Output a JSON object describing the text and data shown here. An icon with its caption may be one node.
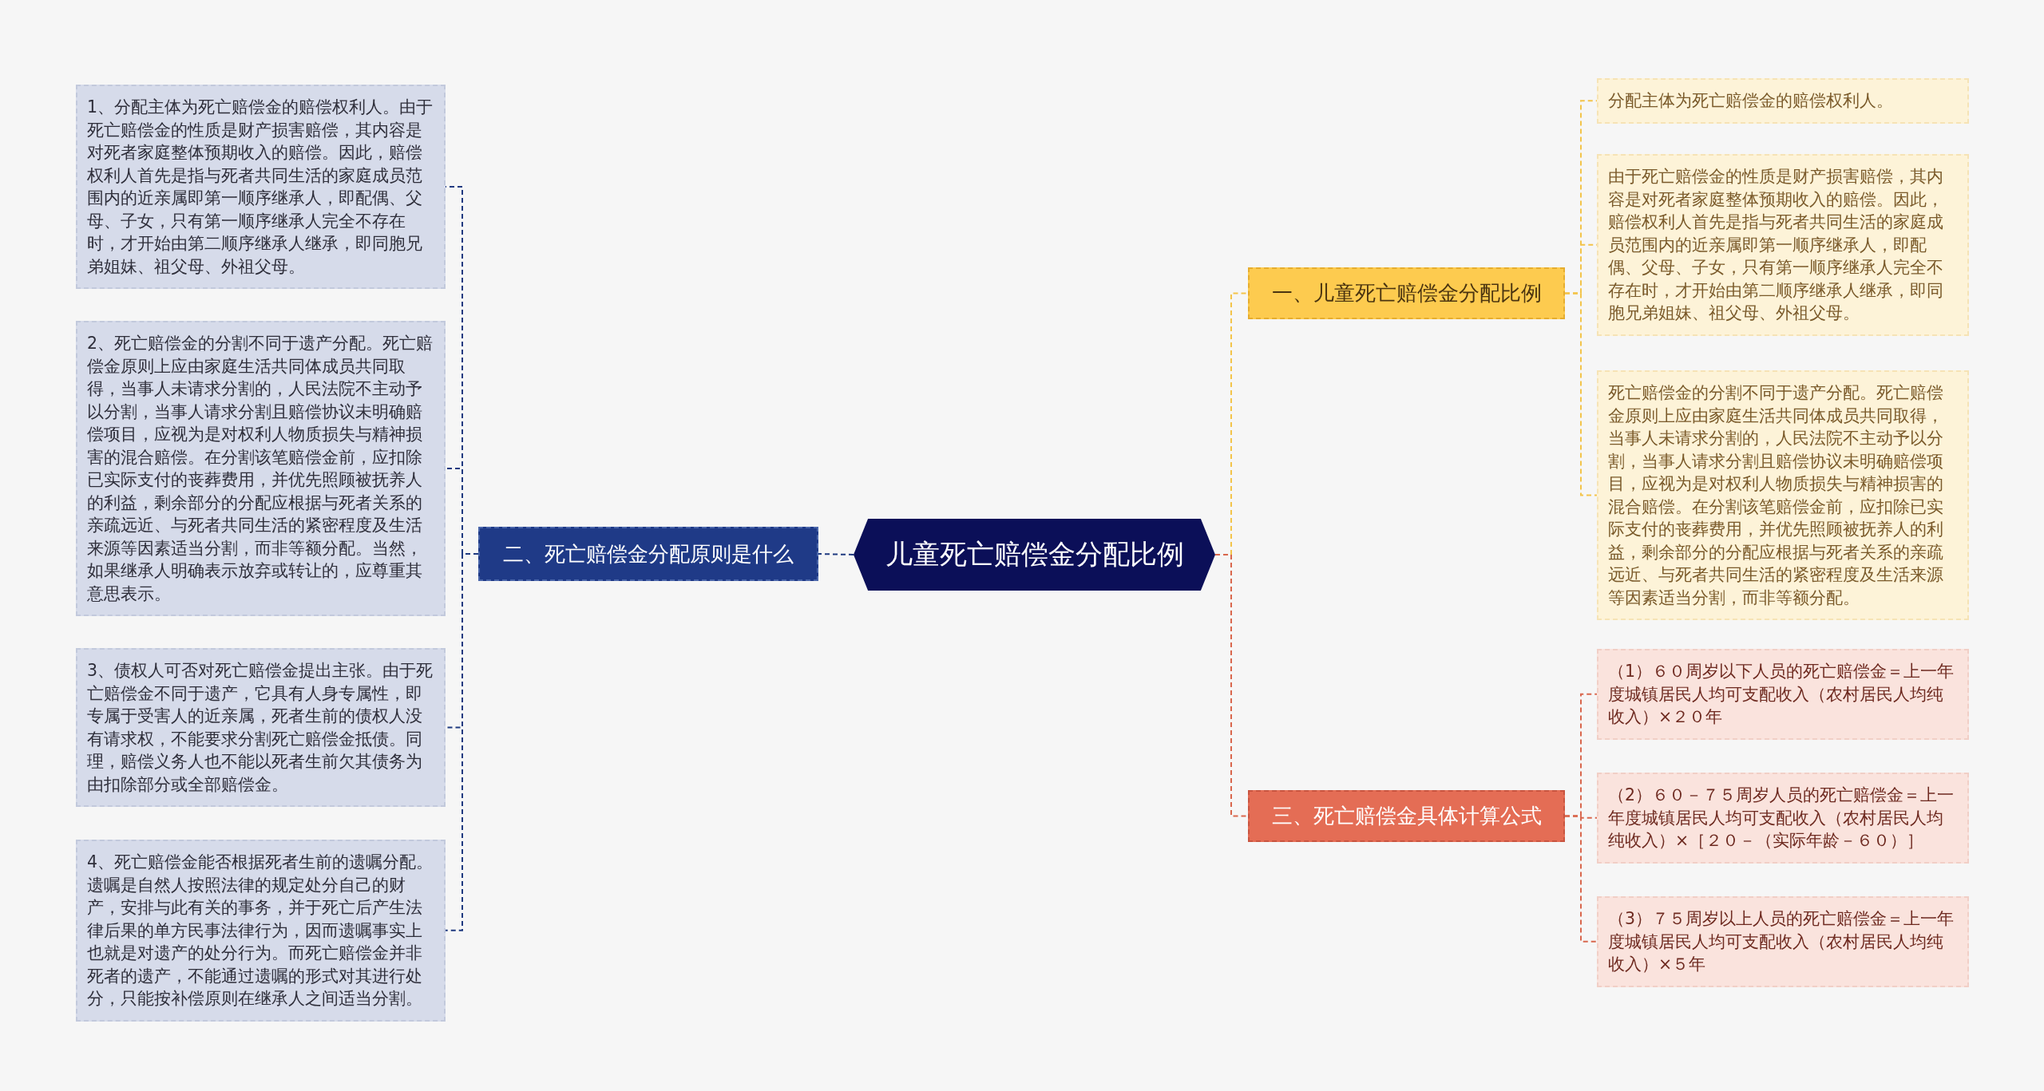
{
  "diagram": {
    "nodes": [
      {
        "text": [
          "儿童死亡赔偿金分配比例"
        ]
      },
      {
        "text": [
          "一、儿童死亡赔偿金分配比例"
        ]
      },
      {
        "text": [
          "分配主体为死亡赔偿金的赔偿权利人。"
        ]
      },
      {
        "text": [
          "由于死亡赔偿金的性质是财产损害赔偿，其内容是对死者家庭整体预期收入的赔偿。因此，赔偿权利人首先是指与死者共同生活的家庭成员范围内的近亲属即第一顺序继承人，即配偶、父母、子女，只有第一顺序继承人完全不存在时，才开始由第二顺序继承人继承，即同胞兄弟姐妹、祖父母、外祖父母。"
        ]
      },
      {
        "text": [
          "死亡赔偿金的分割不同于遗产分配。死亡赔偿金原则上应由家庭生活共同体成员共同取得，当事人未请求分割的，人民法院不主动予以分割，当事人请求分割且赔偿协议未明确赔偿项目，应视为是对权利人物质损失与精神损害的混合赔偿。在分割该笔赔偿金前，应扣除已实际支付的丧葬费用，并优先照顾被抚养人的利益，剩余部分的分配应根据与死者关系的亲疏远近、与死者共同生活的紧密程度及生活来源等因素适当分割，而非等额分配。"
        ]
      },
      {
        "text": [
          "二、死亡赔偿金分配原则是什么"
        ]
      },
      {
        "text": [
          "1、分配主体为死亡赔偿金的赔偿权利人。由于死亡赔偿金的性质是财产损害赔偿，其内容是对死者家庭整体预期收入的赔偿。因此，赔偿权利人首先是指与死者共同生活的家庭成员范围内的近亲属即第一顺序继承人，即配偶、父母、子女，只有第一顺序继承人完全不存在时，才开始由第二顺序继承人继承，即同胞兄弟姐妹、祖父母、外祖父母。"
        ]
      },
      {
        "text": [
          "2、死亡赔偿金的分割不同于遗产分配。死亡赔偿金原则上应由家庭生活共同体成员共同取得，当事人未请求分割的，人民法院不主动予以分割，当事人请求分割且赔偿协议未明确赔偿项目，应视为是对权利人物质损失与精神损害的混合赔偿。在分割该笔赔偿金前，应扣除已实际支付的丧葬费用，并优先照顾被抚养人的利益，剩余部分的分配应根据与死者关系的亲疏远近、与死者共同生活的紧密程度及生活来源等因素适当分割，而非等额分配。当然，如果继承人明确表示放弃或转让的，应尊重其意思表示。"
        ]
      },
      {
        "text": [
          "3、债权人可否对死亡赔偿金提出主张。由于死亡赔偿金不同于遗产，它具有人身专属性，即专属于受害人的近亲属，死者生前的债权人没有请求权，不能要求分割死亡赔偿金抵债。同理，赔偿义务人也不能以死者生前欠其债务为由扣除部分或全部赔偿金。"
        ]
      },
      {
        "text": [
          "4、死亡赔偿金能否根据死者生前的遗嘱分配。遗嘱是自然人按照法律的规定处分自己的财产，安排与此有关的事务，并于死亡后产生法律后果的单方民事法律行为，因而遗嘱事实上也就是对遗产的处分行为。而死亡赔偿金并非死者的遗产，不能通过遗嘱的形式对其进行处分，只能按补偿原则在继承人之间适当分割。"
        ]
      },
      {
        "text": [
          "三、死亡赔偿金具体计算公式"
        ]
      },
      {
        "text": [
          "（1）６０周岁以下人员的死亡赔偿金＝上一年度城镇居民人均可支配收入（农村居民人均纯收入）×２０年"
        ]
      },
      {
        "text": [
          "（2）６０－７５周岁人员的死亡赔偿金＝上一年度城镇居民人均可支配收入（农村居民人均纯收入）×［２０－（实际年龄－６０）］"
        ]
      },
      {
        "text": [
          "（3）７５周岁以上人员的死亡赔偿金＝上一年度城镇居民人均可支配收入（农村居民人均纯收入）×５年"
        ]
      }
    ],
    "edges": [
      {
        "from": 0,
        "to": 1,
        "arrow": "none",
        "color": "#f3c44a"
      },
      {
        "from": 1,
        "to": 2,
        "arrow": "none",
        "color": "#f3c44a"
      },
      {
        "from": 1,
        "to": 3,
        "arrow": "none",
        "color": "#f3c44a"
      },
      {
        "from": 1,
        "to": 4,
        "arrow": "none",
        "color": "#f3c44a"
      },
      {
        "from": 0,
        "to": 5,
        "arrow": "none",
        "color": "#1f3a80"
      },
      {
        "from": 5,
        "to": 6,
        "arrow": "none",
        "color": "#1f3a80"
      },
      {
        "from": 5,
        "to": 7,
        "arrow": "none",
        "color": "#1f3a80"
      },
      {
        "from": 5,
        "to": 8,
        "arrow": "none",
        "color": "#1f3a80"
      },
      {
        "from": 5,
        "to": 9,
        "arrow": "none",
        "color": "#1f3a80"
      },
      {
        "from": 0,
        "to": 10,
        "arrow": "none",
        "color": "#d9674d"
      },
      {
        "from": 10,
        "to": 11,
        "arrow": "none",
        "color": "#d9674d"
      },
      {
        "from": 10,
        "to": 12,
        "arrow": "none",
        "color": "#d9674d"
      },
      {
        "from": 10,
        "to": 13,
        "arrow": "none",
        "color": "#d9674d"
      }
    ]
  }
}
